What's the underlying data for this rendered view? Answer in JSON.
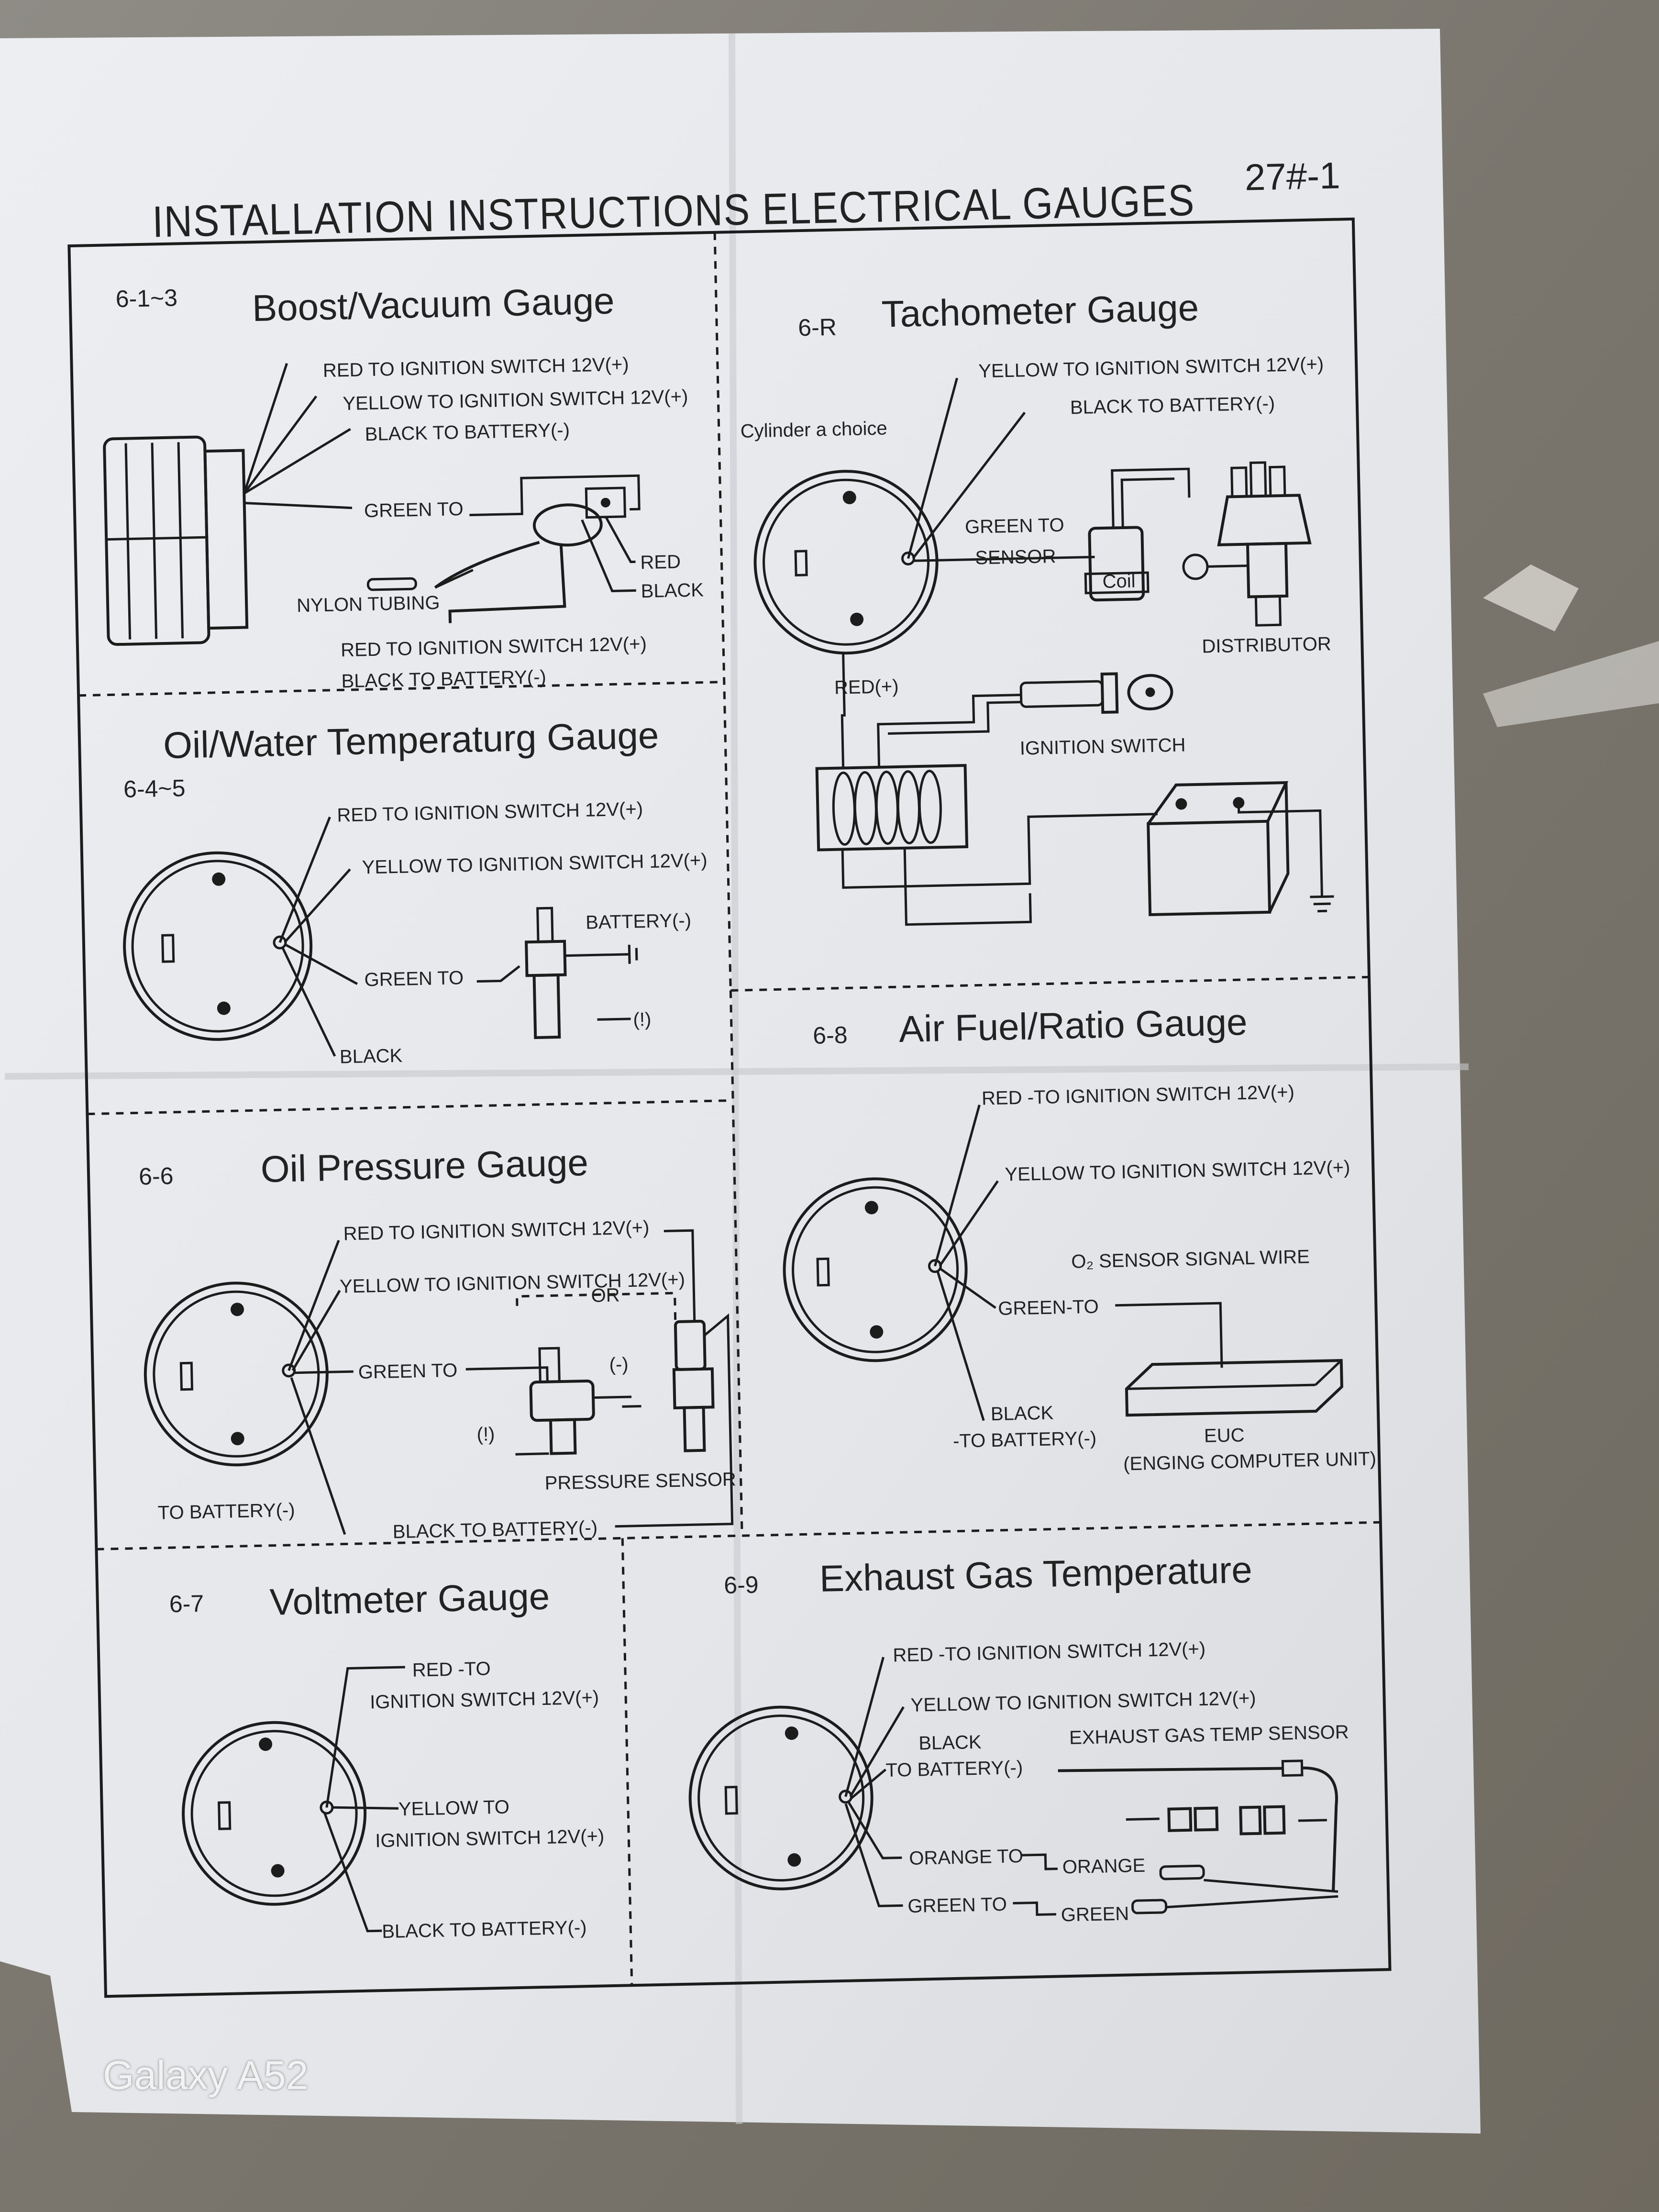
{
  "title": "INSTALLATION INSTRUCTIONS ELECTRICAL GAUGES",
  "doc_code": "27#-1",
  "watermark": "Galaxy A52",
  "sections": {
    "boost": {
      "code": "6-1~3",
      "title": "Boost/Vacuum Gauge",
      "red": "RED   TO IGNITION SWITCH 12V(+)",
      "yellow": "YELLOW   TO IGNITION SWITCH 12V(+)",
      "black": "BLACK   TO BATTERY(-)",
      "green": "GREEN TO",
      "red_s": "RED",
      "black_s": "BLACK",
      "nylon": "NYLON TUBING",
      "red2": "RED   TO IGNITION SWITCH 12V(+)",
      "black2": "BLACK  TO BATTERY(-)"
    },
    "tach": {
      "code": "6-R",
      "title": "Tachometer Gauge",
      "yellow": "YELLOW   TO IGNITION SWITCH 12V(+)",
      "black": "BLACK  TO BATTERY(-)",
      "cylinder": "Cylinder a choice",
      "green1": "GREEN TO",
      "green2": "SENSOR",
      "coil": "Coil",
      "distributor": "DISTRIBUTOR",
      "redp": "RED(+)",
      "ignition": "IGNITION SWITCH"
    },
    "oilwater": {
      "code": "6-4~5",
      "title": "Oil/Water Temperaturg Gauge",
      "red": "RED TO IGNITION SWITCH 12V(+)",
      "yellow": "YELLOW   TO IGNITION SWITCH 12V(+)",
      "green": "GREEN TO",
      "battery": "BATTERY(-)",
      "warn": "(!)",
      "black": "BLACK"
    },
    "afr": {
      "code": "6-8",
      "title": "Air Fuel/Ratio Gauge",
      "red": "RED -TO IGNITION SWITCH 12V(+)",
      "yellow": "YELLOW   TO IGNITION SWITCH 12V(+)",
      "o2": "O₂  SENSOR SIGNAL WIRE",
      "green": "GREEN-TO",
      "black1": "BLACK",
      "black2": "-TO BATTERY(-)",
      "euc": "EUC",
      "euc2": "(ENGING COMPUTER UNIT)"
    },
    "oilpress": {
      "code": "6-6",
      "title": "Oil Pressure Gauge",
      "red": "RED TO IGNITION SWITCH 12V(+)",
      "yellow": "YELLOW TO IGNITION SWITCH 12V(+)",
      "or": "OR",
      "green": "GREEN TO",
      "minus": "(-)",
      "warn": "(!)",
      "pressure": "PRESSURE SENSOR",
      "tobat": "TO BATTERY(-)",
      "black": "BLACK TO BATTERY(-)"
    },
    "volt": {
      "code": "6-7",
      "title": "Voltmeter Gauge",
      "red1": "RED -TO",
      "red2": "IGNITION SWITCH 12V(+)",
      "yellow1": "YELLOW   TO",
      "yellow2": "IGNITION SWITCH 12V(+)",
      "black": "BLACK  TO BATTERY(-)"
    },
    "egt": {
      "code": "6-9",
      "title": "Exhaust Gas Temperature",
      "red": "RED -TO IGNITION SWITCH 12V(+)",
      "yellow": "YELLOW   TO IGNITION SWITCH 12V(+)",
      "black1": "BLACK",
      "black2": "TO BATTERY(-)",
      "sensor": "EXHAUST GAS TEMP SENSOR",
      "orange": "ORANGE TO",
      "orange2": "ORANGE",
      "green": "GREEN TO",
      "green2": "GREEN"
    }
  }
}
